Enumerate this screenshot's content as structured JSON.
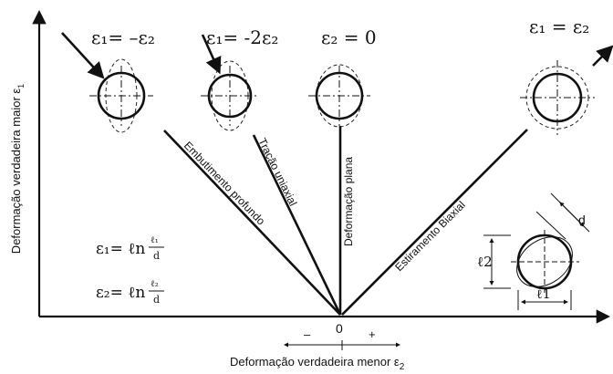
{
  "y_axis_label": "Deformação verdadeira maior ε",
  "y_axis_subscript": "1",
  "x_axis_label": "Deformação verdadeira menor ε",
  "x_axis_subscript": "2",
  "origin_label": "0",
  "minus_label": "–",
  "plus_label": "+",
  "strain_states": [
    {
      "formula": "ε₁= –ε₂",
      "line_label": "Embutimento profundo"
    },
    {
      "formula": "ε₁= -2ε₂",
      "line_label": "Tração uniaxial"
    },
    {
      "formula": "ε₂ = 0",
      "line_label": "Deformação plana"
    },
    {
      "formula": "ε₁ = ε₂",
      "line_label": "Estiramento Biaxial"
    }
  ],
  "definitions": {
    "eps1": "ε₁= ℓn",
    "eps1_num": "ℓ₁",
    "eps1_den": "d",
    "eps2": "ε₂= ℓn",
    "eps2_num": "ℓ₂",
    "eps2_den": "d"
  },
  "measure_inset": {
    "d_label": "d",
    "l2_label": "ℓ2",
    "l1_label": "ℓ1"
  }
}
